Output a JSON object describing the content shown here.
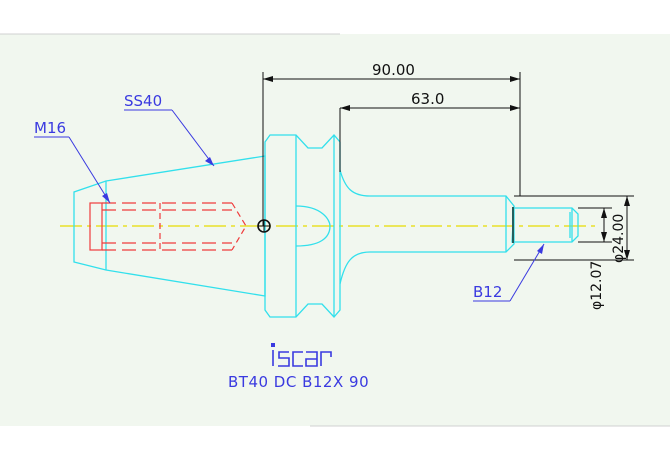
{
  "colors": {
    "background": "#ffffff",
    "sheet": "#f1f7ef",
    "outline": "#32e0ec",
    "thread": "#f03c3c",
    "centerline": "#e8dc00",
    "dimension": "#111111",
    "label": "#3a3ae0",
    "pin": "#111111"
  },
  "drawing": {
    "labels": {
      "ss40": "SS40",
      "m16": "M16",
      "b12": "B12"
    },
    "dimensions": {
      "overall_length": "90.00",
      "reach_length": "63.0",
      "diameter_24": "φ24.00",
      "diameter_12": "φ12.07"
    },
    "logo_text": "iscar",
    "part_code": "BT40 DC B12X 90"
  }
}
